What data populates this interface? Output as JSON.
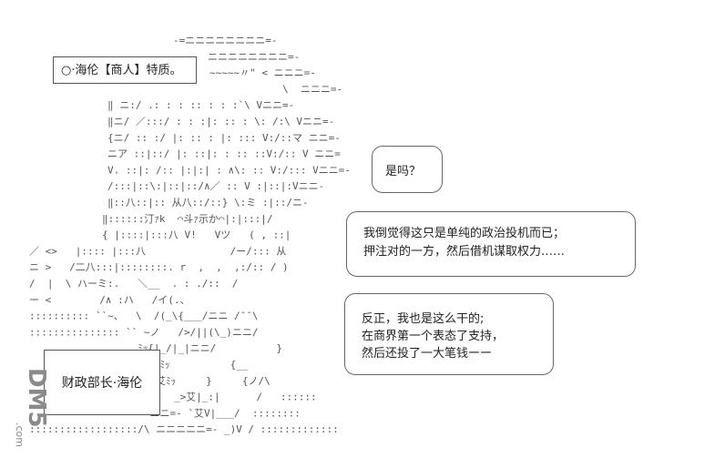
{
  "captions": {
    "top": "○·海伦【商人】特质。",
    "bottom": "财政部长·海伦"
  },
  "bubbles": {
    "question": "是吗？",
    "thought": [
      "我倒觉得这只是单纯的政治投机而已；",
      "押注对的一方，然后借机谋取权力……"
    ],
    "reply": [
      "反正，我也是这么干的;",
      "在商界第一个表态了支持，",
      "然后还投了一大笔钱ーー"
    ]
  },
  "watermark": {
    "brand": "DM5",
    "site": ".com"
  },
  "art_lines": [
    "-=ニニニニニニニニ=-",
    "ニニニニニニニニ=-",
    "~~~~~〃\" < ニニニ=-",
    "\\  ニニニ=-",
    "‖ ニ:/ .: : : :: : : :`\\ Vニニ=-",
    "‖ニ/ ／:::/ : : :|: :: : \\: /:\\ Vニニ=-",
    "{ニ/ :: :/ |: :: : |: ::: V:/::マ ニニ=-",
    "ニア ::|::/ |: ::|: : :: ::V:/:: V ニニ=",
    "V. ::|: /:: |:|:| : ∧\\: :: V:/::: Vニニ=-",
    "/:::|::\\:|::|::/∧／ :: V :|::|:Vニニ-",
    "‖::八::|:: 从八::/::} \\:ミ :|::/ニ-",
    "‖::::::汀ｧk  ⌒斗ｧ示か⌒|:|:::|/",
    "{ |::::|:::八 V!   Vツ   ( , ::|",
    "／ <>   |:::: |:::八              /ー/::: 从",
    "ニ >   /二八:::|::::::::. r  ,  ,  ,:/:: / )",
    "/  |  \\ ハーミ:.   ＼__  . : ./::  /",
    "ー <        /∧ :ハ   /イ(.、",
    ":::::::::: ``~、  \\  /(_\\{___/ニニ /¯¯\\",
    "::::::::::::::: `` ~ノ   />/||(\\_)ニニ/",
    "                  ﾐｯ{|_/|_|ニニ/          }",
    "                    艾ﾐｯ          {__  ",
    "                  ⌒Y>艾ﾐｯ     }     {ノ/\\",
    "                   ⌒=-  _>艾|_:|      /   ::::::",
    "                    ニニ=- `艾V|___/  ::::::::",
    "::::::::::::::::::/\\ ニニニニニ=- _)V / :::::::::::::"
  ]
}
